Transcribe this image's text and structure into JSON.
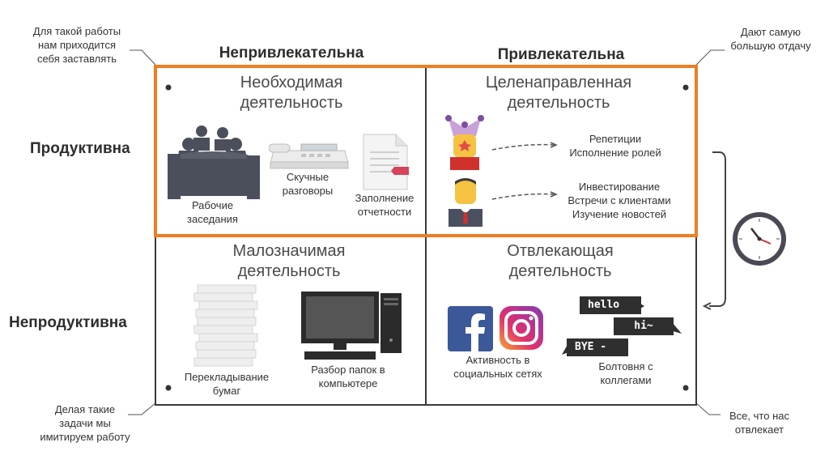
{
  "columns": {
    "left": "Непривлекательна",
    "right": "Привлекательна"
  },
  "rows": {
    "top": "Продуктивна",
    "bottom": "Непродуктивна"
  },
  "notes": {
    "top_left": [
      "Для такой работы",
      "нам приходится",
      "себя заставлять"
    ],
    "top_right": [
      "Дают самую",
      "большую отдачу"
    ],
    "bottom_left": [
      "Делая такие",
      "задачи мы",
      "имитируем работу"
    ],
    "bottom_right": [
      "Все, что нас",
      "отвлекает"
    ]
  },
  "quadrants": {
    "necessary": {
      "title": [
        "Необходимая",
        "деятельность"
      ],
      "items": {
        "meetings": [
          "Рабочие",
          "заседания"
        ],
        "calls": [
          "Скучные",
          "разговоры"
        ],
        "reports": [
          "Заполнение",
          "отчетности"
        ]
      }
    },
    "purposeful": {
      "title": [
        "Целенаправленная",
        "деятельность"
      ],
      "group1": [
        "Репетиции",
        "Исполнение ролей"
      ],
      "group2": [
        "Инвестирование",
        "Встречи с клиентами",
        "Изучение новостей"
      ]
    },
    "minor": {
      "title": [
        "Малозначимая",
        "деятельность"
      ],
      "items": {
        "papers": [
          "Перекладывание",
          "бумаг"
        ],
        "folders": [
          "Разбор папок в",
          "компьютере"
        ]
      }
    },
    "distracting": {
      "title": [
        "Отвлекающая",
        "деятельность"
      ],
      "items": {
        "social": [
          "Активность в",
          "социальных сетях"
        ],
        "chatter": [
          "Болтовня с",
          "коллегами"
        ]
      },
      "chat_bubbles": [
        "hello",
        "hi~",
        "BYE -"
      ]
    }
  },
  "colors": {
    "highlight": "#ef7d22",
    "grid": "#3a3a3a",
    "facebook": "#3b5998",
    "dark_icon": "#4b4f5c",
    "suit": "#4a5060",
    "skin": "#f5c242",
    "tie": "#d0312d"
  },
  "icons": [
    "meeting-table-icon",
    "telephone-icon",
    "document-icon",
    "jester-icon",
    "businessman-icon",
    "paper-stack-icon",
    "computer-icon",
    "facebook-icon",
    "instagram-icon",
    "clock-icon"
  ]
}
